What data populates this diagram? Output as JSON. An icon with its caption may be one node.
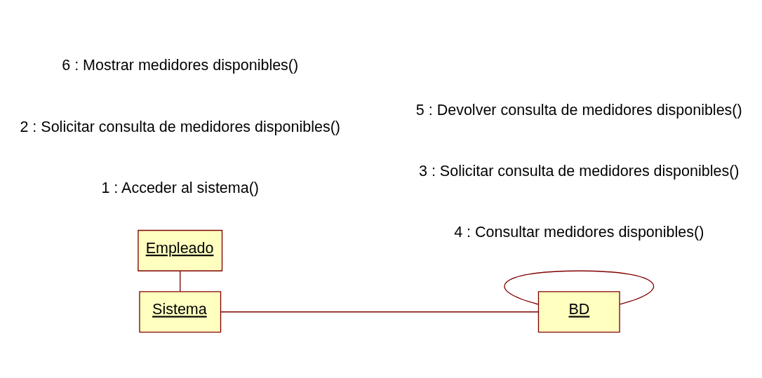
{
  "diagram": {
    "nodes": [
      {
        "text": [
          "Empleado"
        ]
      },
      {
        "text": [
          "BD"
        ]
      },
      {
        "text": [
          "Sistema"
        ]
      }
    ],
    "edges": [
      {
        "from": 0,
        "to": 2,
        "arrow": "none"
      },
      {
        "from": 2,
        "to": 1,
        "arrow": "none"
      },
      {
        "from": 1,
        "to": 1,
        "arrow": "none"
      }
    ],
    "labels": [
      "4 : Consultar medidores disponibles()",
      "1 : Acceder al sistema()",
      "3 : Solicitar consulta de medidores disponibles()",
      "2 : Solicitar consulta de medidores disponibles()",
      "6 : Mostrar medidores disponibles()",
      "5 : Devolver consulta de medidores disponibles()"
    ]
  }
}
